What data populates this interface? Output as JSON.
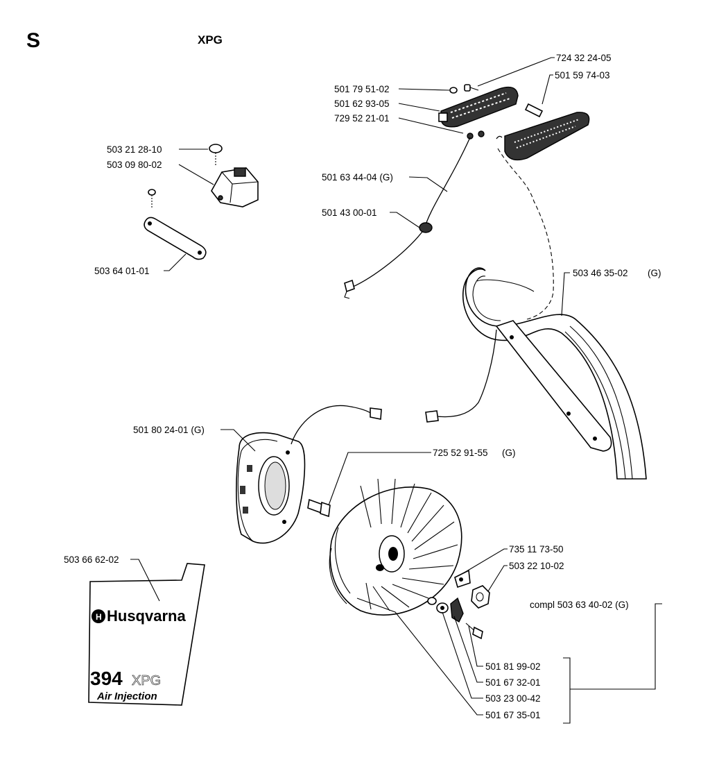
{
  "header": {
    "section_letter": "S",
    "model_code": "XPG"
  },
  "parts": {
    "screw_upper": "724 32 24-05",
    "pin": "501 59 74-03",
    "washer_small": "501 79 51-02",
    "switch_plate": "501 62 93-05",
    "spring_contact": "729 52 21-01",
    "screw_switch": "503 21 28-10",
    "stop_switch": "503 09 80-02",
    "cable_short": "501 63 44-04 (G)",
    "grommet": "501 43 00-01",
    "bracket": "503 64 01-01",
    "handle_bar": "503 46 35-02",
    "handle_bar_g": "(G)",
    "ignition_module": "501 80 24-01 (G)",
    "bolt_module": "725 52 91-55",
    "bolt_module_g": "(G)",
    "decal": "503 66 62-02",
    "washer_key": "735 11 73-50",
    "nut": "503 22 10-02",
    "flywheel_compl": "compl 503 63 40-02 (G)",
    "screw_pawl": "501 81 99-02",
    "pawl": "501 67 32-01",
    "washer_pawl": "503 23 00-42",
    "spring_pawl": "501 67 35-01"
  },
  "decal_text": {
    "brand": "Husqvarna",
    "model_number": "394",
    "model_suffix": "XPG",
    "tagline": "Air Injection"
  }
}
